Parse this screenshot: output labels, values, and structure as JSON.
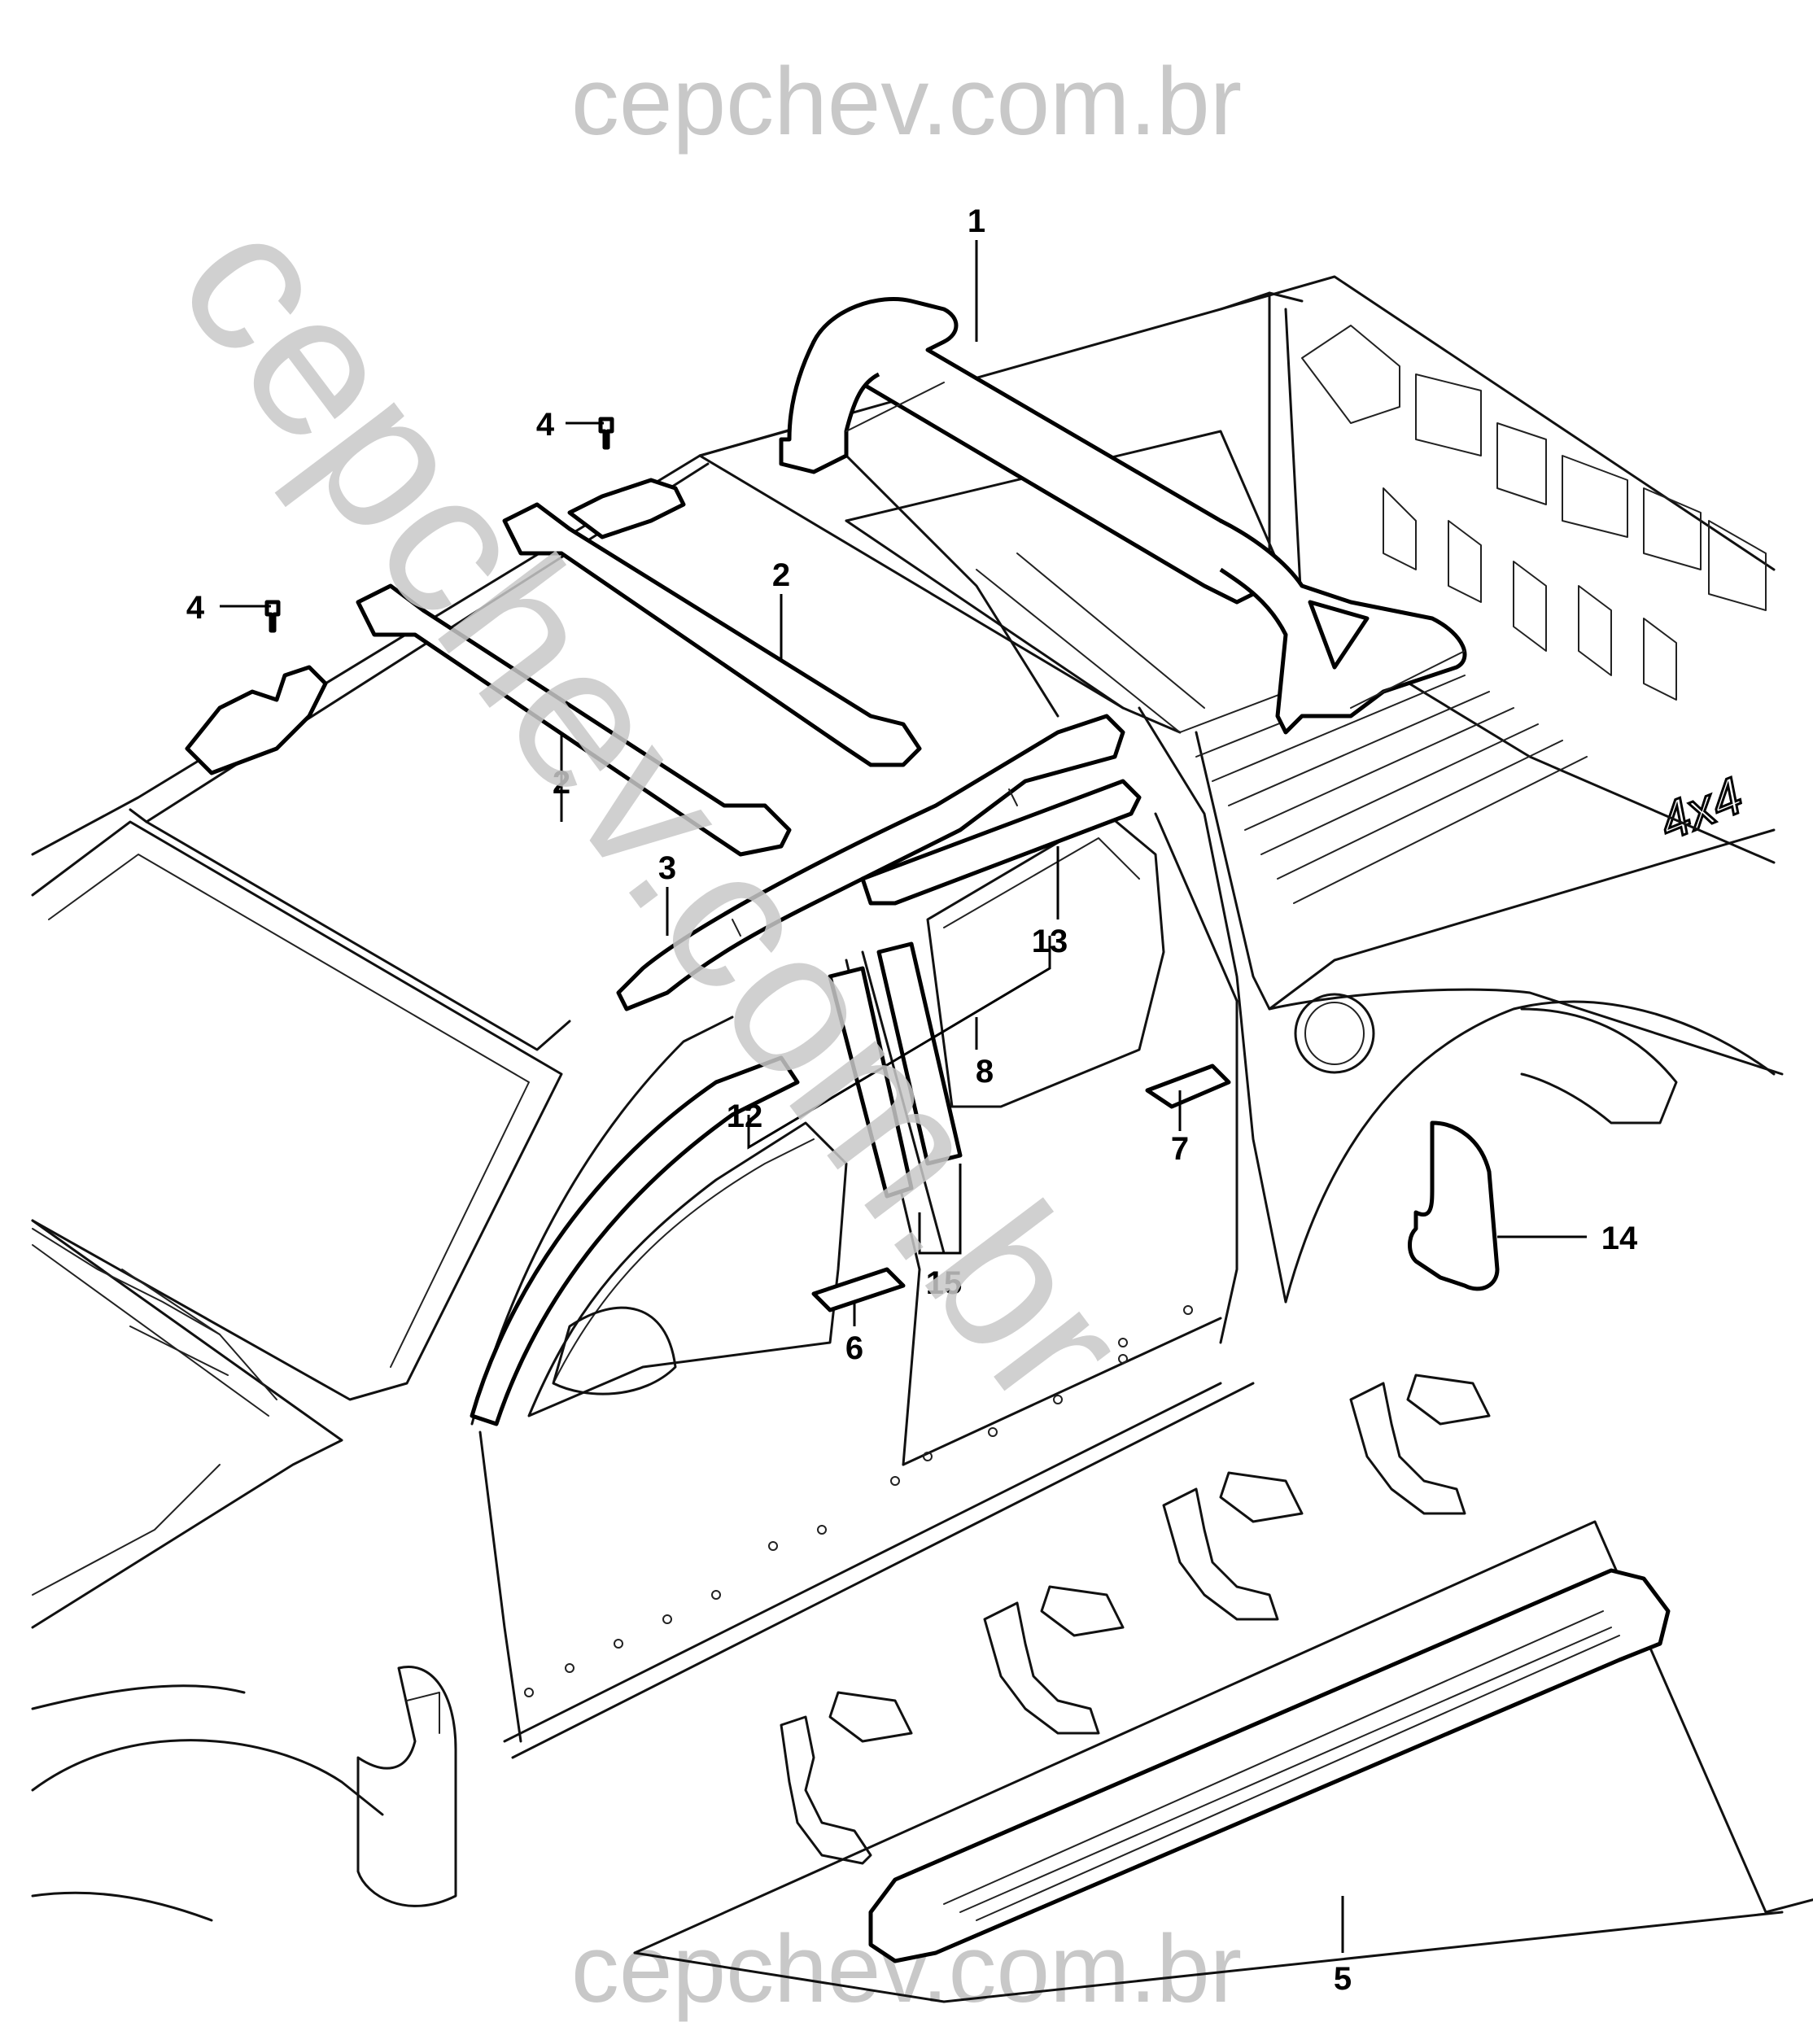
{
  "watermark": {
    "top_text": "cepchev.com.br",
    "bottom_text": "cepchev.com.br",
    "diagonal_text": "cepchev.com.br",
    "color": "#c8c8c8"
  },
  "callouts": [
    {
      "id": "c1",
      "text": "1"
    },
    {
      "id": "c2a",
      "text": "2"
    },
    {
      "id": "c2b",
      "text": "2"
    },
    {
      "id": "c3",
      "text": "3"
    },
    {
      "id": "c4a",
      "text": "4"
    },
    {
      "id": "c4b",
      "text": "4"
    },
    {
      "id": "c5",
      "text": "5"
    },
    {
      "id": "c6",
      "text": "6"
    },
    {
      "id": "c7",
      "text": "7"
    },
    {
      "id": "c8",
      "text": "8"
    },
    {
      "id": "c12",
      "text": "12"
    },
    {
      "id": "c13",
      "text": "13"
    },
    {
      "id": "c14",
      "text": "14"
    },
    {
      "id": "c15",
      "text": "15"
    }
  ],
  "badge_text": "4x4"
}
